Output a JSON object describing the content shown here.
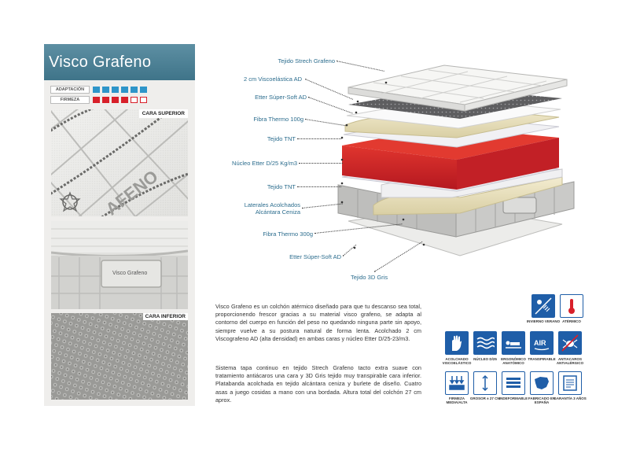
{
  "product": {
    "title": "Visco Grafeno"
  },
  "ratings": [
    {
      "label": "ADAPTACIÓN",
      "filled": 6,
      "total": 6,
      "color": "#2e95c9"
    },
    {
      "label": "FIRMEZA",
      "filled": 4,
      "total": 6,
      "color": "#d8202a"
    }
  ],
  "photos": {
    "top_label": "CARA SUPERIOR",
    "top_fabric_text": "AFENO",
    "side_brand_text": "Visco Grafeno",
    "bottom_label": "CARA INFERIOR"
  },
  "layers": [
    "Tejido Strech Grafeno",
    "2 cm Viscoelástica AD",
    "Etter Súper-Soft AD",
    "Fibra Thermo 100g",
    "Tejido TNT",
    "Núcleo Etter D/25 Kg/m3",
    "Tejido TNT",
    "Laterales Acolchados",
    "Alcántara Ceniza",
    "Fibra Thermo 300g",
    "Etter Súper-Soft AD",
    "Tejido 3D Gris"
  ],
  "description": {
    "p1": "Visco Grafeno es un colchón atérmico diseñado para que tu descanso sea total, proporcionendo frescor gracias a su material visco grafeno, se adapta al contorno del cuerpo en función del peso no quedando ninguna parte sin apoyo, siempre vuelve a su postura natural de forma lenta. Acolchado 2 cm Viscografeno AD (alta densidad) en ambas caras y núcleo Etter D/25-23/m3.",
    "p2": "Sistema tapa continuo en tejido Strech Grafeno tacto extra suave con tratamiento antiácaros una cara y 3D Gris tejido muy transpirable cara inferior. Platabanda acolchada en tejido alcántara ceniza y burlete de diseño. Cuatro asas a juego cosidas a mano con una bordada. Altura total del colchón 27 cm aprox."
  },
  "icons": [
    {
      "name": "inverno-verano",
      "label": "INVIERNO VERANO",
      "icon": "snow-sun-icon"
    },
    {
      "name": "atermico",
      "label": "ATÉRMICO",
      "icon": "thermometer-icon"
    },
    {
      "name": "acolchado-viscoelastico",
      "label": "ACOLCHADO VISCOELÁSTICO",
      "icon": "hand-icon"
    },
    {
      "name": "nucleo",
      "label": "NÚCLEO D/25",
      "icon": "waves-icon"
    },
    {
      "name": "ergonomico",
      "label": "ERGONÓMICO ANATÓMICO",
      "icon": "person-lying-icon"
    },
    {
      "name": "transpirable",
      "label": "TRANSPIRABLE",
      "icon": "air-icon",
      "badge": "AIR"
    },
    {
      "name": "antiacaros",
      "label": "ANTIACAROS ANTIALÉRGICO",
      "icon": "mite-icon"
    },
    {
      "name": "firmeza",
      "label": "FIRMEZA MEDIA/ALTA",
      "icon": "arrows-down-icon"
    },
    {
      "name": "grosor",
      "label": "GROSOR ± 27 CM",
      "icon": "height-icon"
    },
    {
      "name": "indeformable",
      "label": "INDEFORMABLE",
      "icon": "layers-icon"
    },
    {
      "name": "fabricado",
      "label": "FABRICADO EN ESPAÑA",
      "icon": "spain-map-icon"
    },
    {
      "name": "garantia",
      "label": "GARANTÍA 3 AÑOS",
      "icon": "certificate-icon"
    }
  ],
  "colors": {
    "title_band": "#4a7f94",
    "accent_blue": "#1f5ea8",
    "label_blue": "#2c6d8e",
    "core_red": "#d8202a",
    "sidebar_bg": "#efeeec"
  }
}
